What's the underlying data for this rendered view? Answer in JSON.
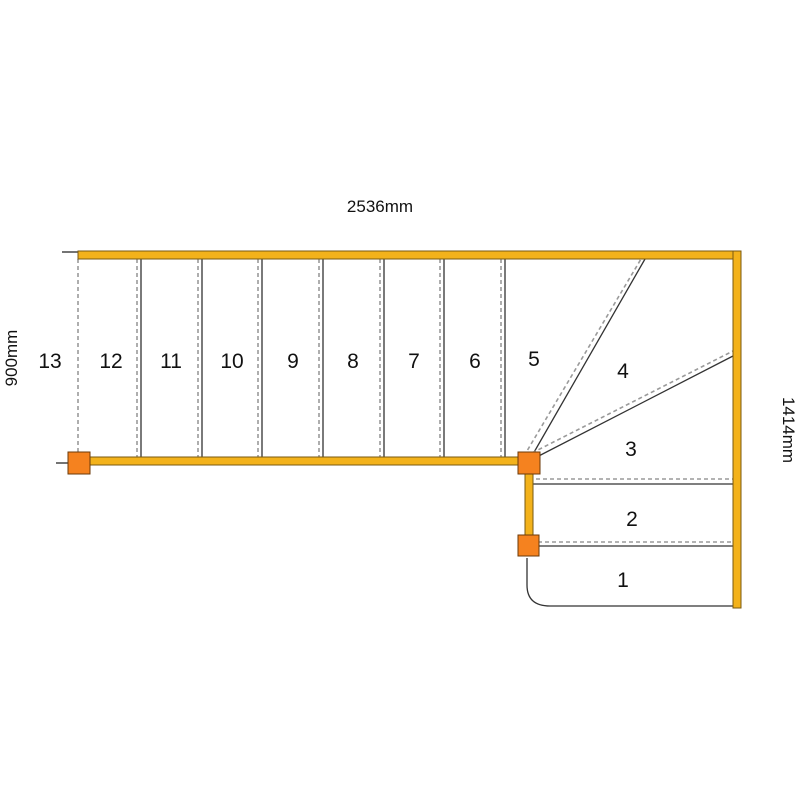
{
  "dimensions": {
    "width": "2536mm",
    "left_depth": "900mm",
    "right_depth": "1414mm"
  },
  "steps": [
    "1",
    "2",
    "3",
    "4",
    "5",
    "6",
    "7",
    "8",
    "9",
    "10",
    "11",
    "12",
    "13"
  ],
  "colors": {
    "stringer": "#f3b21b",
    "stringer_edge": "#7a5a10",
    "newel_post": "#f5821f",
    "tread_line": "#333333",
    "nosing_dash": "#a0a0a0"
  }
}
